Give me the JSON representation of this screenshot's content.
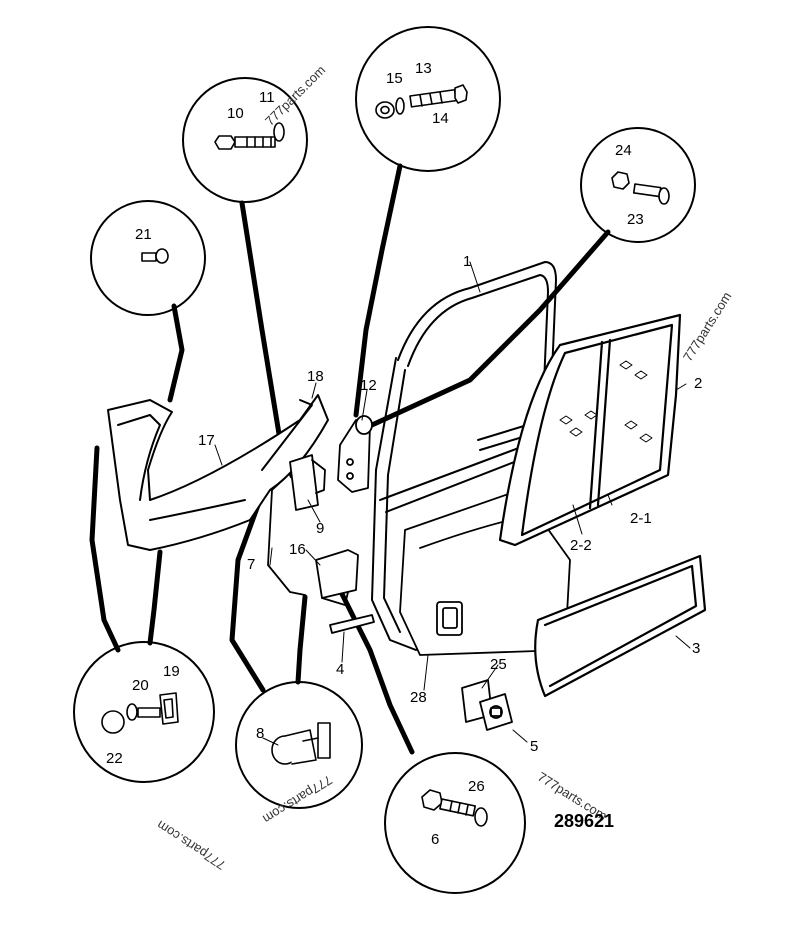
{
  "drawing_number": "289621",
  "watermark": "777parts.com",
  "callouts": [
    {
      "id": "c1",
      "label": "1"
    },
    {
      "id": "c2",
      "label": "2"
    },
    {
      "id": "c2-1",
      "label": "2-1"
    },
    {
      "id": "c2-2",
      "label": "2-2"
    },
    {
      "id": "c3",
      "label": "3"
    },
    {
      "id": "c4",
      "label": "4"
    },
    {
      "id": "c5",
      "label": "5"
    },
    {
      "id": "c6",
      "label": "6"
    },
    {
      "id": "c7",
      "label": "7"
    },
    {
      "id": "c8",
      "label": "8"
    },
    {
      "id": "c9",
      "label": "9"
    },
    {
      "id": "c10",
      "label": "10"
    },
    {
      "id": "c11",
      "label": "11"
    },
    {
      "id": "c12",
      "label": "12"
    },
    {
      "id": "c13",
      "label": "13"
    },
    {
      "id": "c14",
      "label": "14"
    },
    {
      "id": "c15",
      "label": "15"
    },
    {
      "id": "c16",
      "label": "16"
    },
    {
      "id": "c17",
      "label": "17"
    },
    {
      "id": "c18",
      "label": "18"
    },
    {
      "id": "c19",
      "label": "19"
    },
    {
      "id": "c20",
      "label": "20"
    },
    {
      "id": "c21",
      "label": "21"
    },
    {
      "id": "c22",
      "label": "22"
    },
    {
      "id": "c23",
      "label": "23"
    },
    {
      "id": "c24",
      "label": "24"
    },
    {
      "id": "c25",
      "label": "25"
    },
    {
      "id": "c26",
      "label": "26"
    },
    {
      "id": "c28",
      "label": "28"
    }
  ]
}
